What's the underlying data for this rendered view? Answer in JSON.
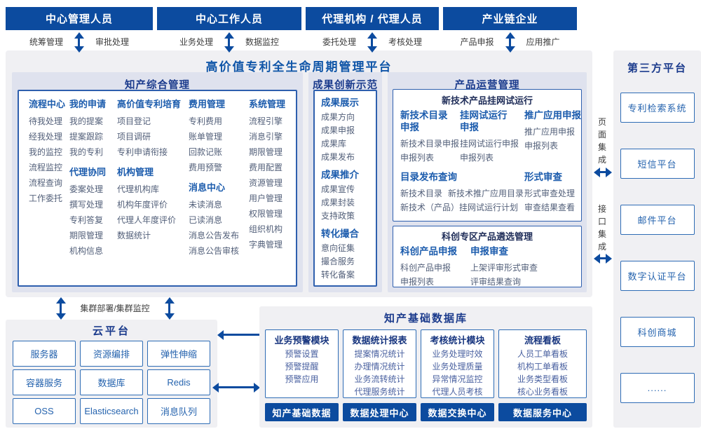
{
  "platform_title": "高价值专利全生命周期管理平台",
  "actors": [
    {
      "name": "中心管理人员",
      "flows": [
        "统筹管理",
        "审批处理"
      ]
    },
    {
      "name": "中心工作人员",
      "flows": [
        "业务处理",
        "数据监控"
      ]
    },
    {
      "name": "代理机构 / 代理人员",
      "flows": [
        "委托处理",
        "考核处理"
      ]
    },
    {
      "name": "产业链企业",
      "flows": [
        "产品申报",
        "应用推广"
      ]
    }
  ],
  "ip_panel": {
    "title": "知产综合管理",
    "columns": [
      {
        "groups": [
          {
            "title": "流程中心",
            "items": [
              "待我处理",
              "经我处理",
              "我的监控",
              "流程监控",
              "流程查询",
              "工作委托"
            ]
          }
        ]
      },
      {
        "groups": [
          {
            "title": "我的申请",
            "items": [
              "我的提案",
              "提案跟踪",
              "我的专利"
            ]
          },
          {
            "title": "代理协同",
            "items": [
              "委案处理",
              "撰写处理",
              "专利答复",
              "期限管理",
              "机构信息"
            ]
          }
        ]
      },
      {
        "groups": [
          {
            "title": "高价值专利培育",
            "items": [
              "项目登记",
              "项目调研",
              "专利申请衔接"
            ]
          },
          {
            "title": "机构管理",
            "items": [
              "代理机构库",
              "机构年度评价",
              "代理人年度评价",
              "数据统计"
            ]
          }
        ]
      },
      {
        "groups": [
          {
            "title": "费用管理",
            "items": [
              "专利费用",
              "账单管理",
              "回款记账",
              "费用预警"
            ]
          },
          {
            "title": "消息中心",
            "items": [
              "未读消息",
              "已读消息",
              "消息公告发布",
              "消息公告审核"
            ]
          }
        ]
      },
      {
        "groups": [
          {
            "title": "系统管理",
            "items": [
              "流程引擎",
              "消息引擎",
              "期限管理",
              "费用配置",
              "资源管理",
              "用户管理",
              "权限管理",
              "组织机构",
              "字典管理"
            ]
          }
        ]
      }
    ]
  },
  "achievement_panel": {
    "title": "成果创新示范",
    "groups": [
      {
        "title": "成果展示",
        "items": [
          "成果方向",
          "成果申报",
          "成果库",
          "成果发布"
        ]
      },
      {
        "title": "成果推介",
        "items": [
          "成果宣传",
          "成果封装",
          "支持政策"
        ]
      },
      {
        "title": "转化撮合",
        "items": [
          "意向征集",
          "撮合服务",
          "转化备案"
        ]
      }
    ]
  },
  "product_panel": {
    "title": "产品运营管理",
    "trial_box": {
      "title": "新技术产品挂网试运行",
      "row1": [
        {
          "title": "新技术目录\n申报",
          "items": [
            "新技术目录申报",
            "申报列表"
          ]
        },
        {
          "title": "挂网试运行\n申报",
          "items": [
            "挂网试运行申报",
            "申报列表"
          ]
        },
        {
          "title": "推广应用申报",
          "items": [
            "推广应用申报",
            "申报列表"
          ]
        }
      ],
      "row2": [
        {
          "title": "目录发布查询",
          "items": [
            "新技术目录",
            "新技术推广应用目录",
            "新技术（产品）挂网试运行计划"
          ]
        },
        {
          "title": "形式审查",
          "items": [
            "形式审查处理",
            "审查结果查看"
          ]
        }
      ]
    },
    "selection_box": {
      "title": "科创专区产品遴选管理",
      "groups": [
        {
          "title": "科创产品申报",
          "items": [
            "科创产品申报",
            "申报列表"
          ]
        },
        {
          "title": "申报审查",
          "items": [
            "上架评审形式审查",
            "评审结果查询"
          ]
        }
      ]
    }
  },
  "third_party": {
    "title": "第三方平台",
    "systems": [
      "专利检索系统",
      "短信平台",
      "邮件平台",
      "数字认证平台",
      "科创商城",
      "......"
    ]
  },
  "integration": {
    "page": "页面集成",
    "api": "接口集成"
  },
  "cluster_label": "集群部署/集群监控",
  "cloud": {
    "title": "云平台",
    "services": [
      "服务器",
      "资源编排",
      "弹性伸缩",
      "容器服务",
      "数据库",
      "Redis",
      "OSS",
      "Elasticsearch",
      "消息队列"
    ]
  },
  "database": {
    "title": "知产基础数据库",
    "modules": [
      {
        "title": "业务预警模块",
        "items": [
          "预警设置",
          "预警提醒",
          "预警应用"
        ]
      },
      {
        "title": "数据统计报表",
        "items": [
          "提案情况统计",
          "办理情况统计",
          "业务流转统计",
          "代理服务统计"
        ]
      },
      {
        "title": "考核统计模块",
        "items": [
          "业务处理时效",
          "业务处理质量",
          "异常情况监控",
          "代理人员考核"
        ]
      },
      {
        "title": "流程看板",
        "items": [
          "人员工单看板",
          "机构工单看板",
          "业务类型看板",
          "核心业务看板"
        ]
      }
    ],
    "centers": [
      "知产基础数据",
      "数据处理中心",
      "数据交换中心",
      "数据服务中心"
    ]
  },
  "colors": {
    "primary_blue": "#0c4b9f",
    "navy_title": "#1a3a8c",
    "link_blue": "#1c5cad",
    "item_text": "#525f79",
    "panel_bg": "#dfe2ee",
    "container_bg": "#f0f0f3",
    "box_border": "#2e6cb5"
  }
}
